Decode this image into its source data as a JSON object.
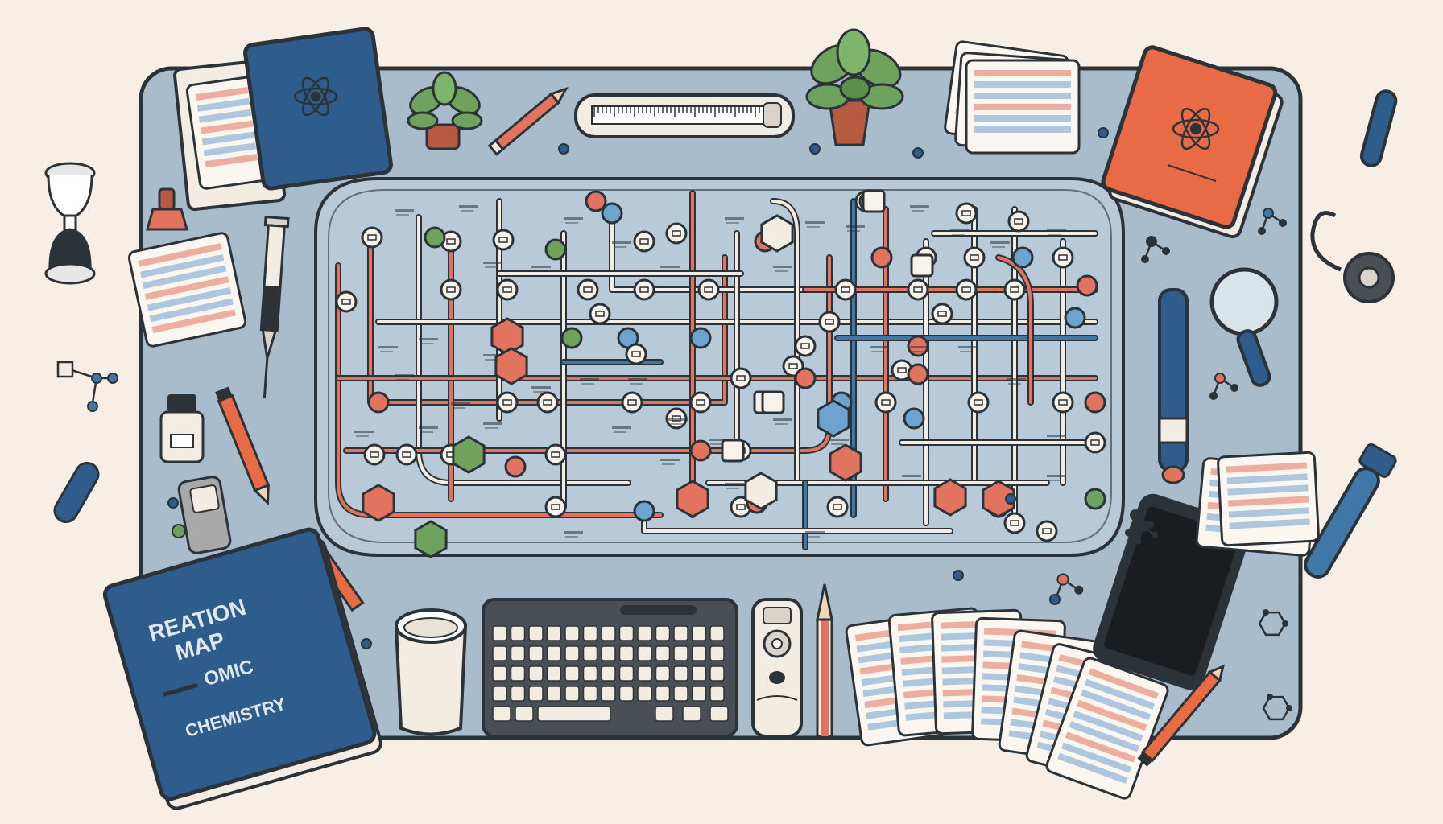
{
  "book": {
    "title_line1": "REATION",
    "title_line2": "MAP",
    "title_line3": "OMIC",
    "title_line4": "CHEMISTRY"
  },
  "colors": {
    "background": "#f7efe6",
    "mat": "#a9bccb",
    "outline": "#2c3338",
    "red": "#e2735f",
    "blue": "#3f78a7",
    "green": "#6fa25c",
    "navy_book": "#2e5c8c",
    "orange_book": "#e86b45"
  },
  "icons": [
    "atom-book-icon",
    "plant-icon",
    "pencil-icon",
    "ruler-icon",
    "keyboard-icon",
    "mouse-icon",
    "smartphone-icon",
    "magnifier-icon",
    "test-tube-icon",
    "syringe-icon",
    "hourglass-icon",
    "flashcard-icon",
    "molecule-icon",
    "beaker-icon"
  ]
}
